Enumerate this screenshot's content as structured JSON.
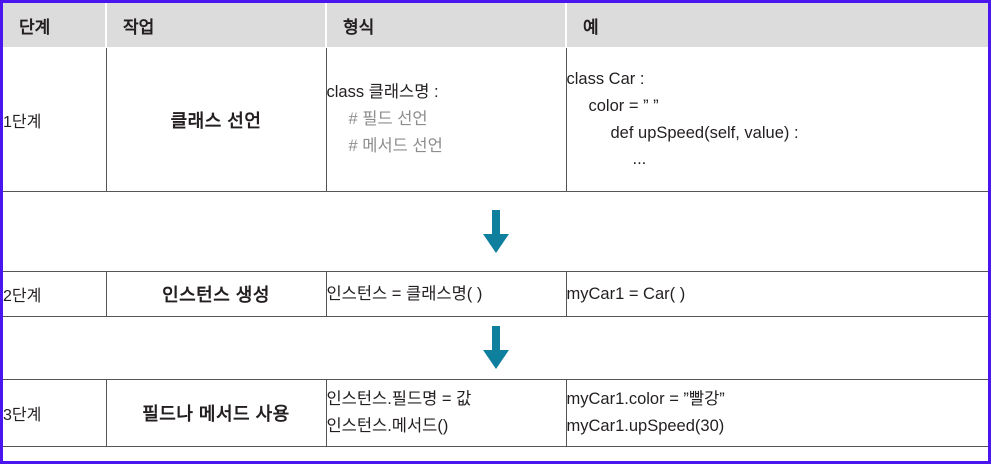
{
  "frame": {
    "selection_border_color": "#4B15F0",
    "background": "#ffffff"
  },
  "table": {
    "header_background": "#dcdcdc",
    "headers": [
      {
        "label": "단계"
      },
      {
        "label": "작업"
      },
      {
        "label": "형식"
      },
      {
        "label": "예"
      }
    ],
    "rows": [
      {
        "step": "1단계",
        "task": "클래스 선언",
        "format_lines": [
          {
            "text": "class 클래스명 :",
            "indent": 0,
            "muted": false
          },
          {
            "text": "# 필드 선언",
            "indent": 1,
            "muted": true
          },
          {
            "text": "# 메서드 선언",
            "indent": 1,
            "muted": true
          }
        ],
        "example_lines": [
          {
            "text": "class Car :",
            "indent": 0,
            "muted": false
          },
          {
            "text": "color = ” ”",
            "indent": 1,
            "muted": false
          },
          {
            "text": "def upSpeed(self, value) :",
            "indent": 2,
            "muted": false
          },
          {
            "text": "...",
            "indent": 3,
            "muted": false
          }
        ]
      },
      {
        "step": "2단계",
        "task": "인스턴스 생성",
        "format_lines": [
          {
            "text": "인스턴스 = 클래스명( )",
            "indent": 0,
            "muted": false
          }
        ],
        "example_lines": [
          {
            "text": "myCar1 = Car( )",
            "indent": 0,
            "muted": false
          }
        ]
      },
      {
        "step": "3단계",
        "task": "필드나 메서드 사용",
        "format_lines": [
          {
            "text": "인스턴스.필드명 = 값",
            "indent": 0,
            "muted": false
          },
          {
            "text": "인스턴스.메서드()",
            "indent": 0,
            "muted": false
          }
        ],
        "example_lines": [
          {
            "text": "myCar1.color = ”빨강”",
            "indent": 0,
            "muted": false
          },
          {
            "text": "myCar1.upSpeed(30)",
            "indent": 0,
            "muted": false
          }
        ]
      }
    ]
  },
  "arrows": [
    {
      "name": "flow-arrow-1-to-2",
      "direction": "down",
      "color": "#0e7f9c"
    },
    {
      "name": "flow-arrow-2-to-3",
      "direction": "down",
      "color": "#0e7f9c"
    }
  ]
}
